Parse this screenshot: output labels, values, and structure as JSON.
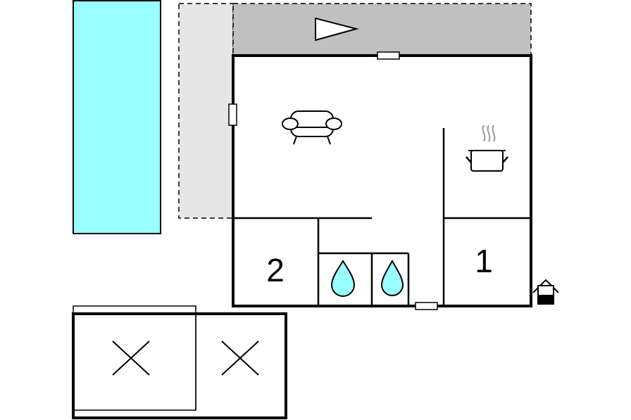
{
  "floorplan": {
    "rooms": [
      {
        "id": "bedroom-2",
        "number": "2"
      },
      {
        "id": "bedroom-1",
        "number": "1"
      }
    ],
    "icons": {
      "entrance": "house-entrance-icon",
      "living": "sofa-icon",
      "kitchen": "cooking-pot-icon",
      "bathrooms": [
        "water-drop-icon",
        "water-drop-icon"
      ],
      "terrace_direction": "arrow-right-icon",
      "extra_rooms": [
        "cross-mark-icon",
        "cross-mark-icon"
      ]
    }
  },
  "colors": {
    "pool": "#99ffff",
    "terrace": "#c0c0c0",
    "side_terrace": "#e6e6e6",
    "water_drop": "#99ffff",
    "wall": "#000000",
    "kitchen_steam": "#999999"
  }
}
